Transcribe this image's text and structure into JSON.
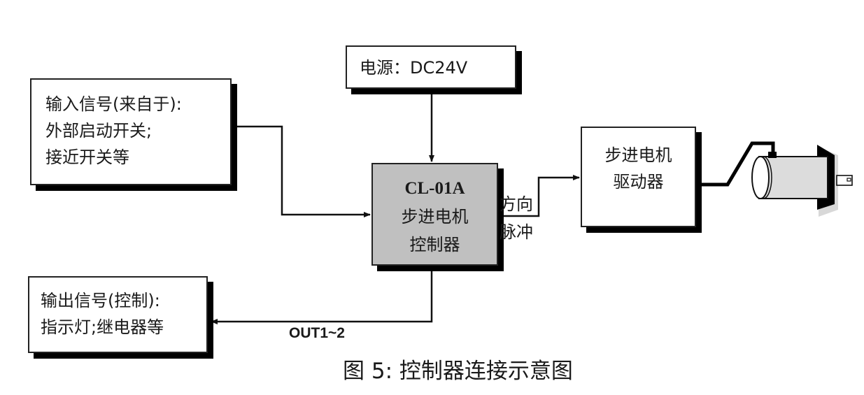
{
  "diagram": {
    "input_box": {
      "lines": [
        "输入信号(来自于):",
        "外部启动开关;",
        "接近开关等"
      ]
    },
    "power_box": {
      "label": "电源：DC24V"
    },
    "controller_box": {
      "model": "CL-01A",
      "lines": [
        "步进电机",
        "控制器"
      ]
    },
    "signal_labels": {
      "direction": "方向",
      "pulse": "脉冲"
    },
    "driver_box": {
      "lines": [
        "步进电机",
        "驱动器"
      ]
    },
    "output_box": {
      "lines": [
        "输出信号(控制):",
        "指示灯;继电器等"
      ]
    },
    "output_connection_label": "OUT1~2",
    "motor": {
      "icon": "stepper-motor-icon",
      "body_color": "#dcdcdc"
    },
    "caption": "图 5: 控制器连接示意图",
    "colors": {
      "controller_fill": "#c0c0c0",
      "line": "#111111",
      "shadow": "#000000"
    }
  }
}
